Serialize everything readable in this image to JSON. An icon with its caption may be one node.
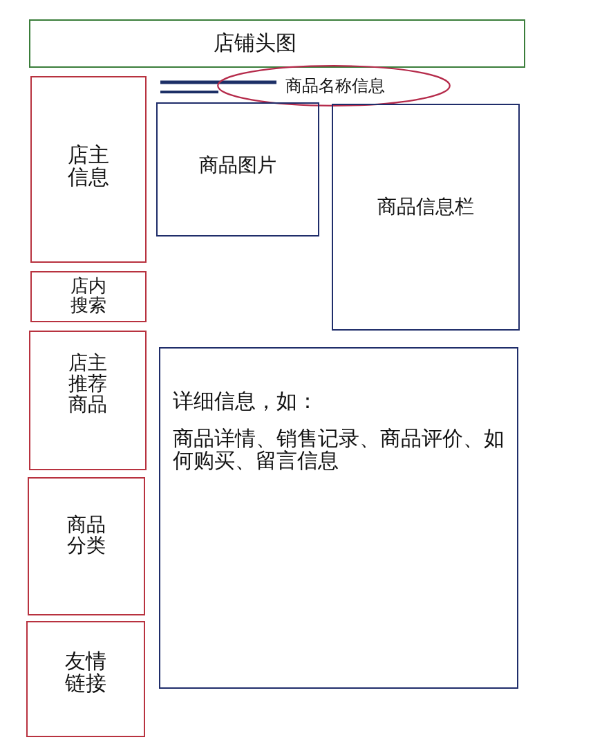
{
  "diagram": {
    "nodes": [
      {
        "text": [
          "店铺头图"
        ]
      },
      {
        "text": [
          "店主信息"
        ]
      },
      {
        "text": [
          "商品名称信息"
        ]
      },
      {
        "text": [
          "商品图片"
        ]
      },
      {
        "text": [
          "商品信息栏"
        ]
      },
      {
        "text": [
          "店内搜索"
        ]
      },
      {
        "text": [
          "店主推荐商品"
        ]
      },
      {
        "text": [
          "详细信息，如：",
          "商品详情、销售记录、商品评价、如何购买、留言信息"
        ]
      },
      {
        "text": [
          "商品分类"
        ]
      },
      {
        "text": [
          "友情链接"
        ]
      }
    ],
    "edges": []
  }
}
